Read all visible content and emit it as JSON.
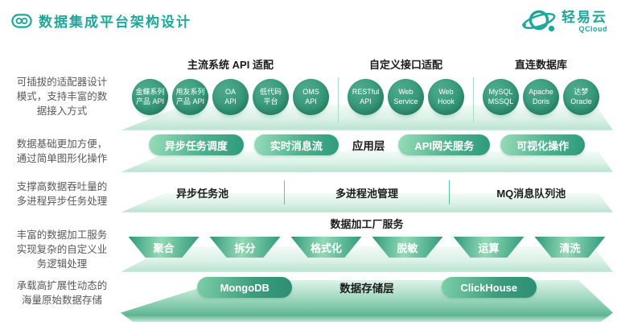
{
  "header": {
    "title": "数据集成平台架构设计"
  },
  "brand": {
    "name": "轻易云",
    "sub": "QCloud"
  },
  "side_notes": [
    {
      "text": "可插拔的适配器设计\n模式，支持丰富的数\n据接入方式"
    },
    {
      "text": "数据基础更加方便，\n通过简单图形化操作"
    },
    {
      "text": "支撑高数据吞吐量的\n多进程异步任务处理"
    },
    {
      "text": "丰富的数据加工服务\n实现复杂的自定义业\n务逻辑处理"
    },
    {
      "text": "承载高扩展性动态的\n海量原始数据存储"
    }
  ],
  "adapters": {
    "groups": [
      {
        "title": "主流系统 API 适配",
        "items": [
          {
            "l1": "金蝶系列",
            "l2": "产品 API"
          },
          {
            "l1": "用友系列",
            "l2": "产品 API"
          },
          {
            "l1": "OA",
            "l2": "API"
          },
          {
            "l1": "低代码",
            "l2": "平台"
          },
          {
            "l1": "OMS",
            "l2": "API"
          }
        ]
      },
      {
        "title": "自定义接口适配",
        "items": [
          {
            "l1": "RESTful",
            "l2": "API"
          },
          {
            "l1": "Web",
            "l2": "Service"
          },
          {
            "l1": "Web",
            "l2": "Hook"
          }
        ]
      },
      {
        "title": "直连数据库",
        "items": [
          {
            "l1": "MySQL",
            "l2": "MSSQL"
          },
          {
            "l1": "Apache",
            "l2": "Doris"
          },
          {
            "l1": "达梦",
            "l2": "Oracle"
          }
        ]
      }
    ]
  },
  "app_layer": {
    "label": "应用层",
    "pills": [
      "异步任务调度",
      "实时消息流",
      "API网关服务",
      "可视化操作"
    ]
  },
  "pools": {
    "items": [
      "异步任务池",
      "多进程池管理",
      "MQ消息队列池"
    ]
  },
  "factory": {
    "title": "数据加工厂服务",
    "steps": [
      "聚合",
      "拆分",
      "格式化",
      "脱敏",
      "运算",
      "清洗"
    ]
  },
  "storage": {
    "label": "数据存储层",
    "databases": [
      "MongoDB",
      "ClickHouse"
    ]
  },
  "colors": {
    "brand_teal": "#1ea79b",
    "circle_green": "#37987a",
    "pill_gradient_start": "#98dcb9",
    "pill_gradient_end": "#2d9a7c",
    "platform_mint": "#cdebdd",
    "platform_storage_green": "#7cc7a8",
    "text_dark": "#1c1c1c",
    "note_gray": "#595959"
  }
}
